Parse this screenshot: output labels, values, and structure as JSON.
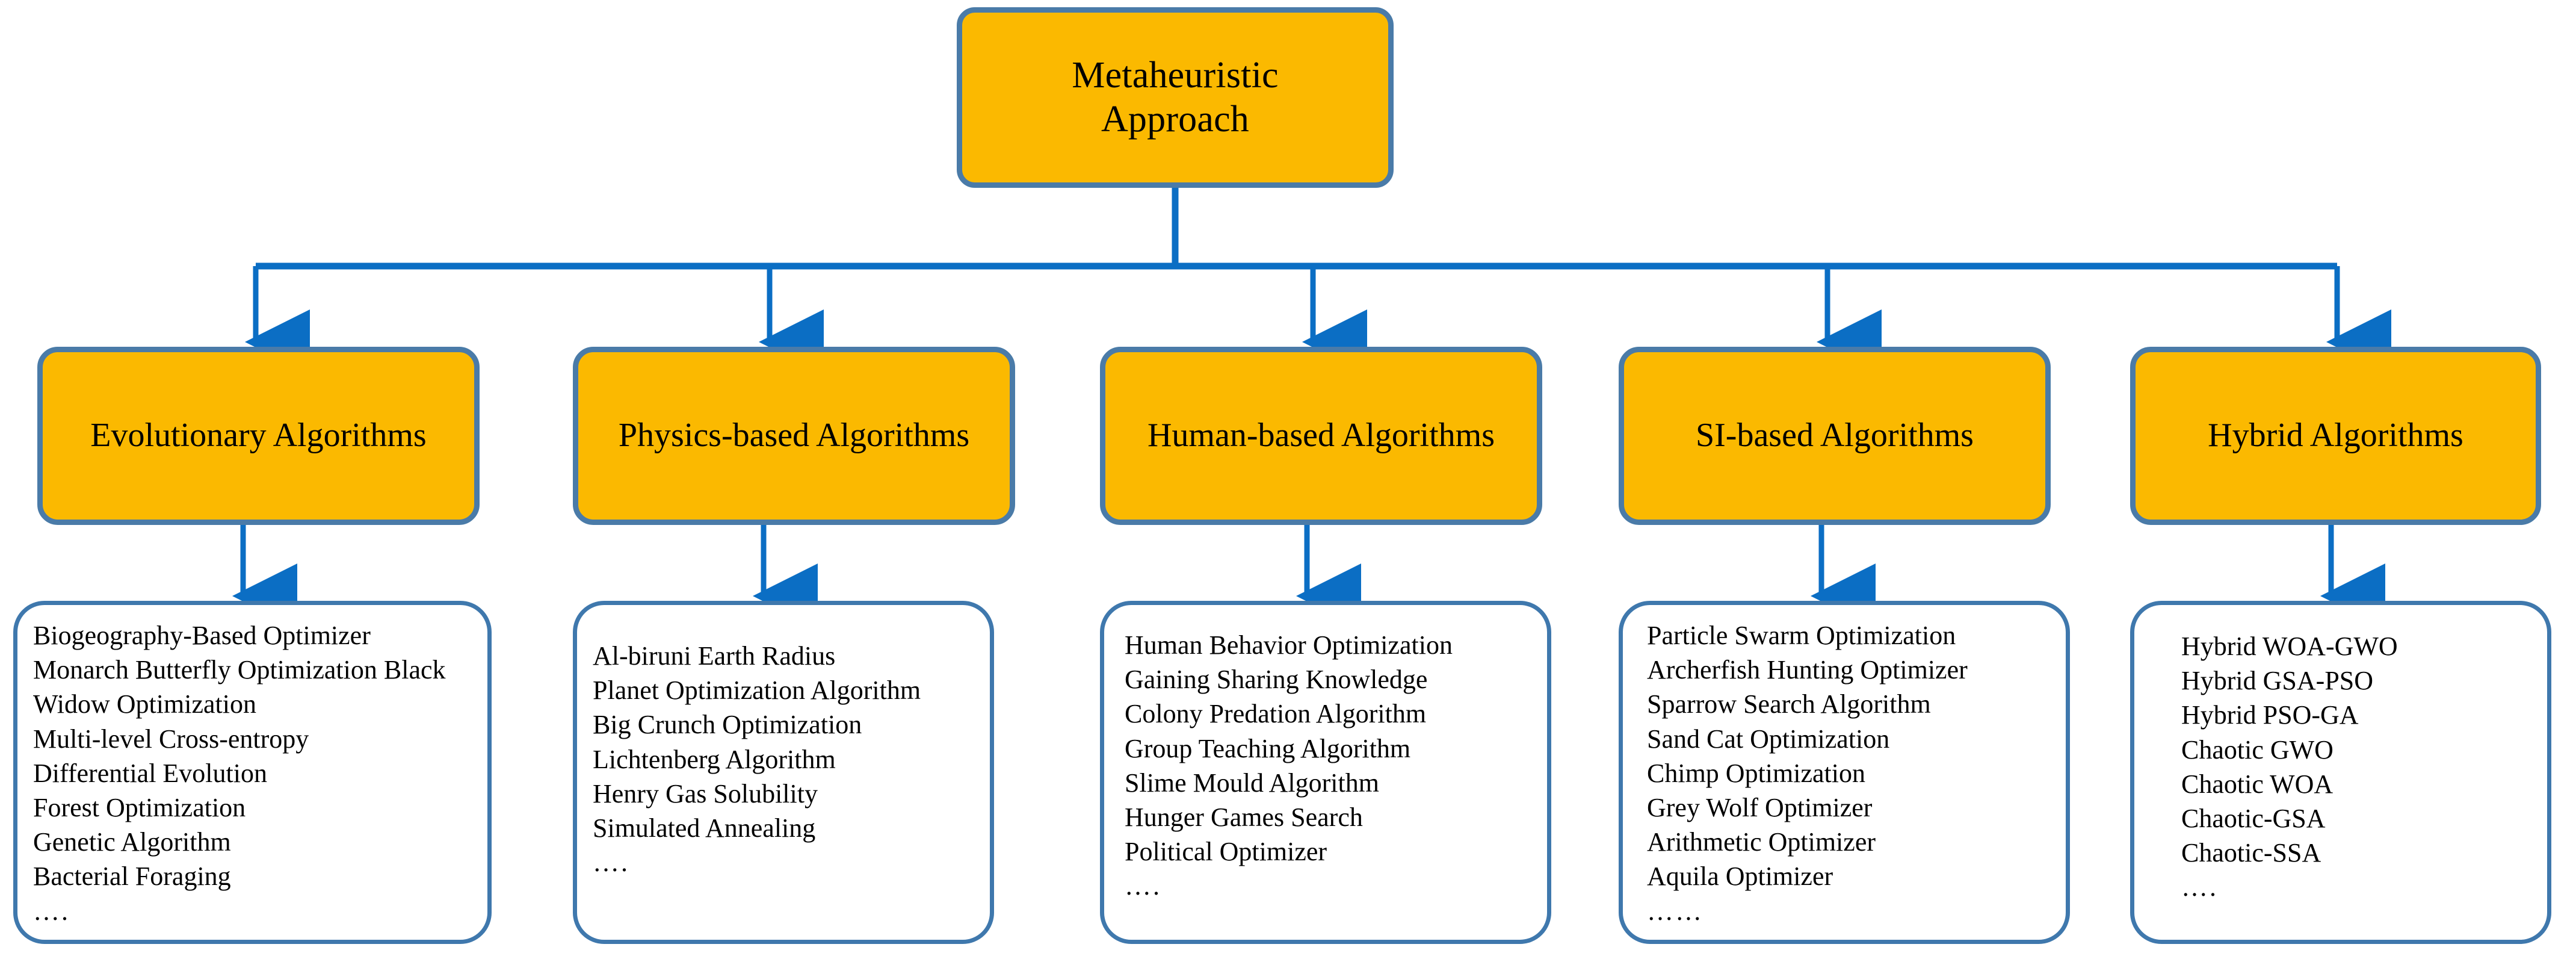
{
  "diagram": {
    "title": "Metaheuristic Approach taxonomy tree",
    "colors": {
      "node_fill": "#fbb900",
      "node_border": "#4a7ba8",
      "leaf_fill": "#ffffff",
      "leaf_border": "#3f78ad",
      "connector": "#0b6ec4",
      "text": "#000000",
      "background": "#ffffff"
    },
    "root": {
      "label_line1": "Metaheuristic",
      "label_line2": "Approach"
    },
    "branches": [
      {
        "id": "evolutionary",
        "label": "Evolutionary Algorithms",
        "items": [
          "Biogeography-Based Optimizer",
          "Monarch Butterfly Optimization Black",
          "Widow Optimization",
          "Multi-level Cross-entropy",
          "Differential Evolution",
          "Forest Optimization",
          "Genetic Algorithm",
          "Bacterial Foraging",
          "…."
        ]
      },
      {
        "id": "physics-based",
        "label": "Physics-based Algorithms",
        "items": [
          "Al-biruni Earth Radius",
          "Planet Optimization Algorithm",
          "Big Crunch Optimization",
          "Lichtenberg Algorithm",
          "Henry Gas Solubility",
          "Simulated Annealing",
          "…."
        ]
      },
      {
        "id": "human-based",
        "label": "Human-based Algorithms",
        "items": [
          "Human Behavior Optimization",
          "Gaining Sharing Knowledge",
          "Colony Predation Algorithm",
          "Group Teaching Algorithm",
          "Slime Mould Algorithm",
          "Hunger Games Search",
          "Political Optimizer",
          "…."
        ]
      },
      {
        "id": "si-based",
        "label": "SI-based Algorithms",
        "items": [
          "Particle Swarm Optimization",
          "Archerfish Hunting Optimizer",
          "Sparrow Search Algorithm",
          "Sand Cat Optimization",
          "Chimp Optimization",
          "Grey Wolf Optimizer",
          "Arithmetic Optimizer",
          "Aquila Optimizer",
          "……"
        ]
      },
      {
        "id": "hybrid",
        "label": "Hybrid Algorithms",
        "items": [
          "Hybrid WOA-GWO",
          "Hybrid GSA-PSO",
          "Hybrid PSO-GA",
          "Chaotic GWO",
          "Chaotic WOA",
          "Chaotic-GSA",
          "Chaotic-SSA",
          "…."
        ]
      }
    ]
  }
}
